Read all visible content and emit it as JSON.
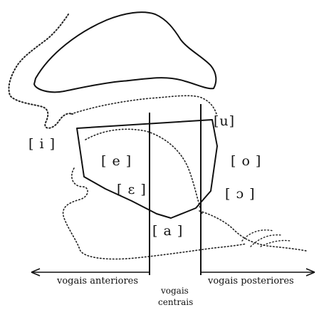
{
  "vowels": {
    "i": "[ i ]",
    "u": "[u]",
    "e": "[ e ]",
    "o": "[ o ]",
    "epsilon": "[ ε ]",
    "open_o": "[ ɔ ]",
    "a": "[ a ]"
  },
  "labels": {
    "front": "vogais anteriores",
    "back": "vogais posteriores",
    "central_line1": "vogais",
    "central_line2": "centrais"
  },
  "colors": {
    "ink": "#111111",
    "background": "#ffffff"
  }
}
